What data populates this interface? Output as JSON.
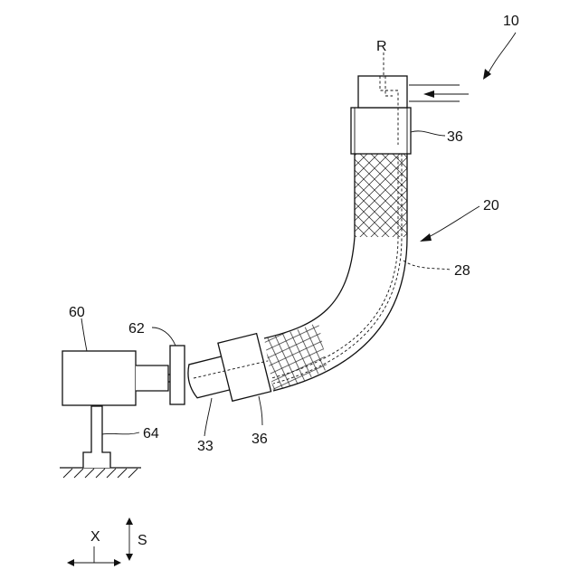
{
  "labels": {
    "assembly": "10",
    "hose": "20",
    "inner_line": "28",
    "top_fitting": "36",
    "bottom_fitting": "36",
    "nozzle_end": "33",
    "block": "60",
    "flange": "62",
    "stand": "64",
    "port": "R",
    "axis_x": "X",
    "axis_s": "S"
  }
}
